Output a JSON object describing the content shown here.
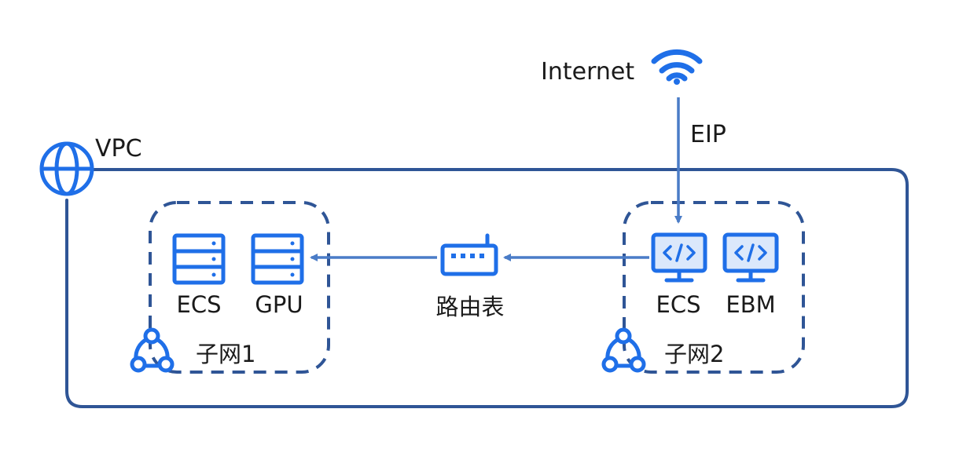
{
  "labels": {
    "internet": "Internet",
    "eip": "EIP",
    "vpc": "VPC",
    "subnet1": "子网1",
    "subnet2": "子网2",
    "route_table": "路由表",
    "ecs_1": "ECS",
    "gpu": "GPU",
    "ecs_2": "ECS",
    "ebm": "EBM"
  },
  "icons": {
    "internet": "wifi-icon",
    "vpc": "globe-icon",
    "subnet": "network-nodes-icon",
    "ecs_1": "server-icon",
    "gpu": "server-icon",
    "route_table": "router-icon",
    "ecs_2": "monitor-code-icon",
    "ebm": "monitor-code-icon"
  },
  "colors": {
    "border": "#2f5596",
    "icon": "#1f6fe8",
    "connector": "#4a7cc7",
    "icon_fill_light": "#dbe8fb"
  }
}
